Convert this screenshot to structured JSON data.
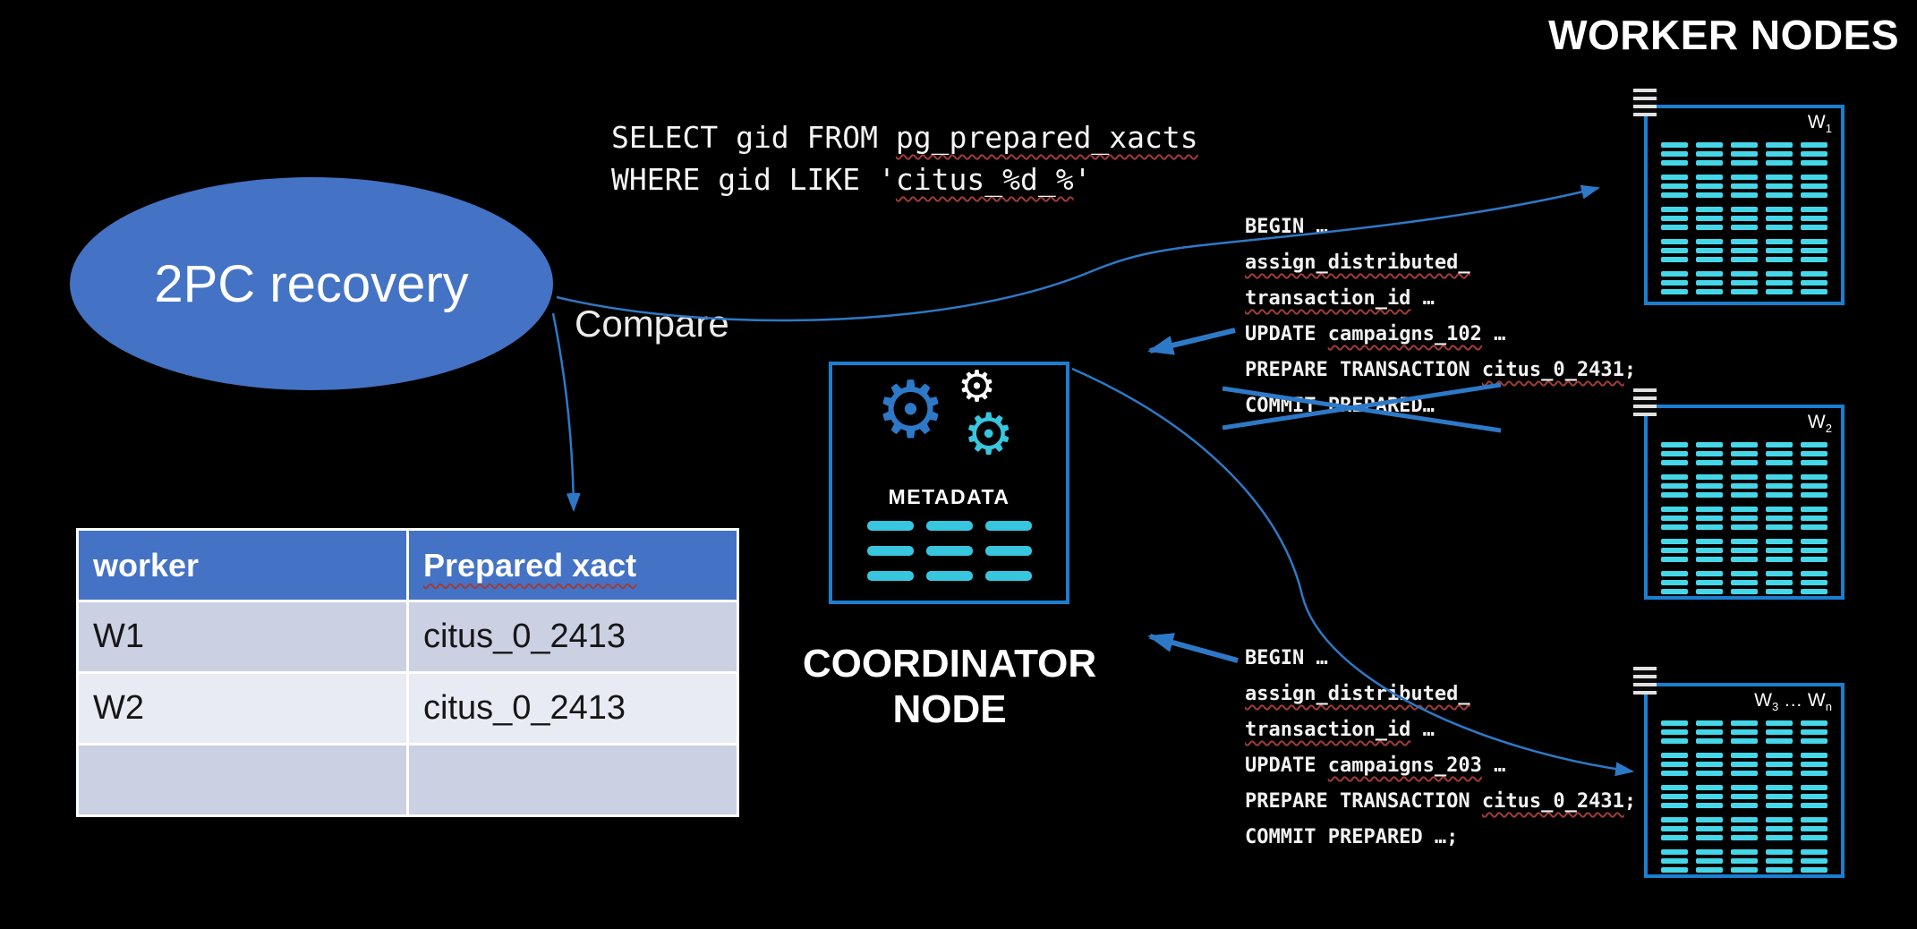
{
  "colors": {
    "background": "#000000",
    "accent_blue": "#2E79C7",
    "box_border_blue": "#1B7FD0",
    "cyan": "#45D6E8",
    "ellipse_fill": "#4472C4",
    "table_header_bg": "#4472C4",
    "table_row_odd": "#CBD0E3",
    "table_row_even": "#E9EBF4"
  },
  "worker_nodes": {
    "heading": "WORKER NODES",
    "boxes": [
      {
        "label": [
          {
            "t": "W"
          },
          {
            "t": "1",
            "sub": true
          }
        ],
        "grid": {
          "cols": 5,
          "rows": 5
        }
      },
      {
        "label": [
          {
            "t": "W"
          },
          {
            "t": "2",
            "sub": true
          }
        ],
        "grid": {
          "cols": 5,
          "rows": 5
        }
      },
      {
        "label": [
          {
            "t": "W"
          },
          {
            "t": "3",
            "sub": true
          },
          {
            "t": " … "
          },
          {
            "t": "W"
          },
          {
            "t": "n",
            "sub": true
          }
        ],
        "grid": {
          "cols": 5,
          "rows": 5
        }
      }
    ]
  },
  "sql_code": {
    "lines": [
      [
        {
          "t": "SELECT gid FROM "
        },
        {
          "t": "pg_prepared_xacts",
          "u": true
        }
      ],
      [
        {
          "t": "WHERE gid LIKE '"
        },
        {
          "t": "citus_%d_%",
          "u": true
        },
        {
          "t": "'"
        }
      ]
    ]
  },
  "ellipse": {
    "label": "2PC recovery"
  },
  "compare": {
    "label": "Compare"
  },
  "coordinator": {
    "gear_icon": "⚙",
    "metadata_label": "METADATA",
    "title_lines": [
      "COORDINATOR",
      "NODE"
    ]
  },
  "table": {
    "headers": [
      [
        {
          "t": "worker"
        }
      ],
      [
        {
          "t": "Prepared xact",
          "u": true
        }
      ]
    ],
    "rows": [
      [
        "W1",
        "citus_0_2413"
      ],
      [
        "W2",
        "citus_0_2413"
      ],
      [
        "",
        ""
      ]
    ]
  },
  "tx_blocks": [
    {
      "lines": [
        [
          {
            "t": "BEGIN …"
          }
        ],
        [
          {
            "t": "assign_distributed_",
            "u": true
          }
        ],
        [
          {
            "t": "transaction_id",
            "u": true
          },
          {
            "t": " …"
          }
        ],
        [
          {
            "t": "UPDATE "
          },
          {
            "t": "campaigns_102",
            "u": true
          },
          {
            "t": " …"
          }
        ],
        [
          {
            "t": "PREPARE TRANSACTION "
          },
          {
            "t": "citus_0_2431",
            "u": true
          },
          {
            "t": ";"
          }
        ],
        [
          {
            "t": "COMMIT PREPARED…"
          }
        ]
      ],
      "crossed_out": true
    },
    {
      "lines": [
        [
          {
            "t": "BEGIN …"
          }
        ],
        [
          {
            "t": "assign_distributed_",
            "u": true
          }
        ],
        [
          {
            "t": "transaction_id",
            "u": true
          },
          {
            "t": " …"
          }
        ],
        [
          {
            "t": "UPDATE "
          },
          {
            "t": "campaigns_203",
            "u": true
          },
          {
            "t": " …"
          }
        ],
        [
          {
            "t": "PREPARE TRANSACTION "
          },
          {
            "t": "citus_0_2431",
            "u": true
          },
          {
            "t": ";"
          }
        ],
        [
          {
            "t": "COMMIT PREPARED …;"
          }
        ]
      ],
      "crossed_out": false
    }
  ]
}
